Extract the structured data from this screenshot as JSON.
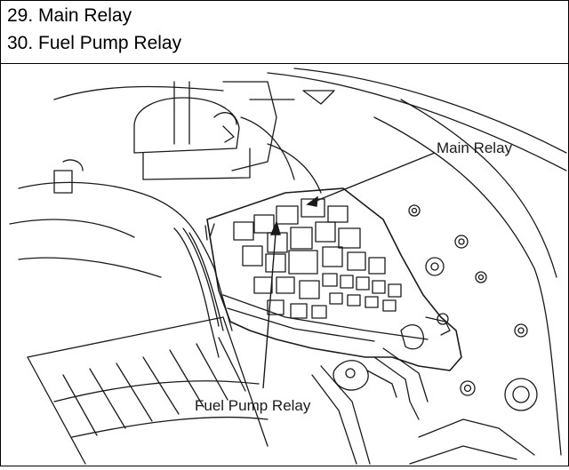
{
  "caption": {
    "line1": "29. Main Relay",
    "line2": "30. Fuel Pump Relay"
  },
  "diagram": {
    "main_relay_label": "Main Relay",
    "fuel_pump_relay_label": "Fuel Pump Relay",
    "line_color": "#1a1a1a"
  }
}
